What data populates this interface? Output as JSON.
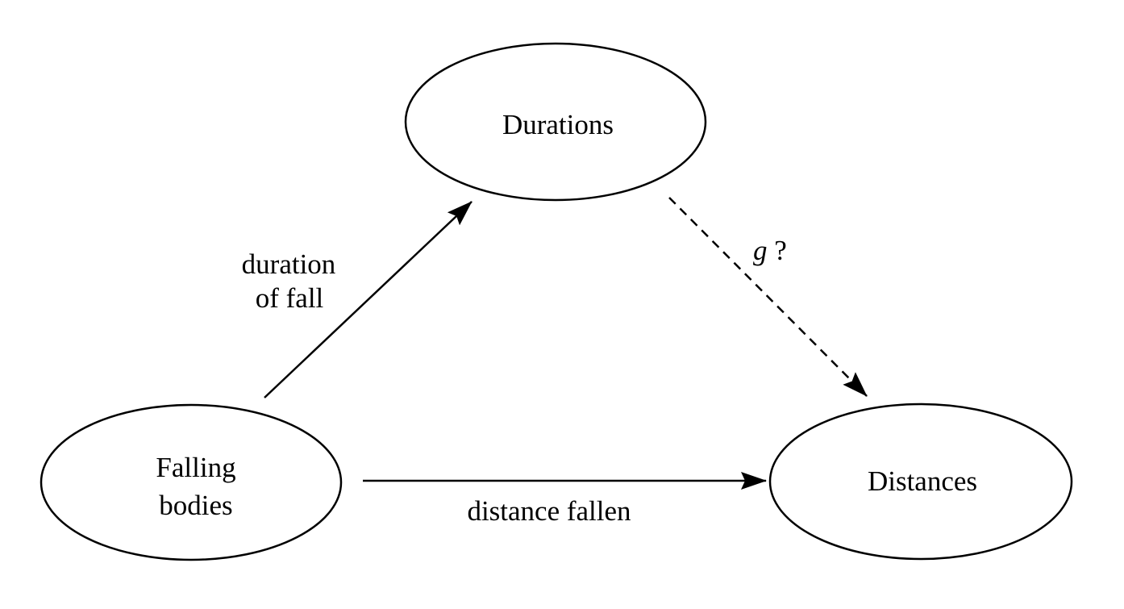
{
  "nodes": {
    "durations": {
      "label": "Durations"
    },
    "falling_bodies": {
      "label_line1": "Falling",
      "label_line2": "bodies"
    },
    "distances": {
      "label": "Distances"
    }
  },
  "edges": {
    "duration_of_fall": {
      "label_line1": "duration",
      "label_line2": "of fall",
      "style": "solid"
    },
    "distance_fallen": {
      "label": "distance fallen",
      "style": "solid"
    },
    "g": {
      "symbol": "g",
      "suffix": " ?",
      "style": "dashed"
    }
  },
  "colors": {
    "stroke": "#000000",
    "background": "#ffffff"
  }
}
